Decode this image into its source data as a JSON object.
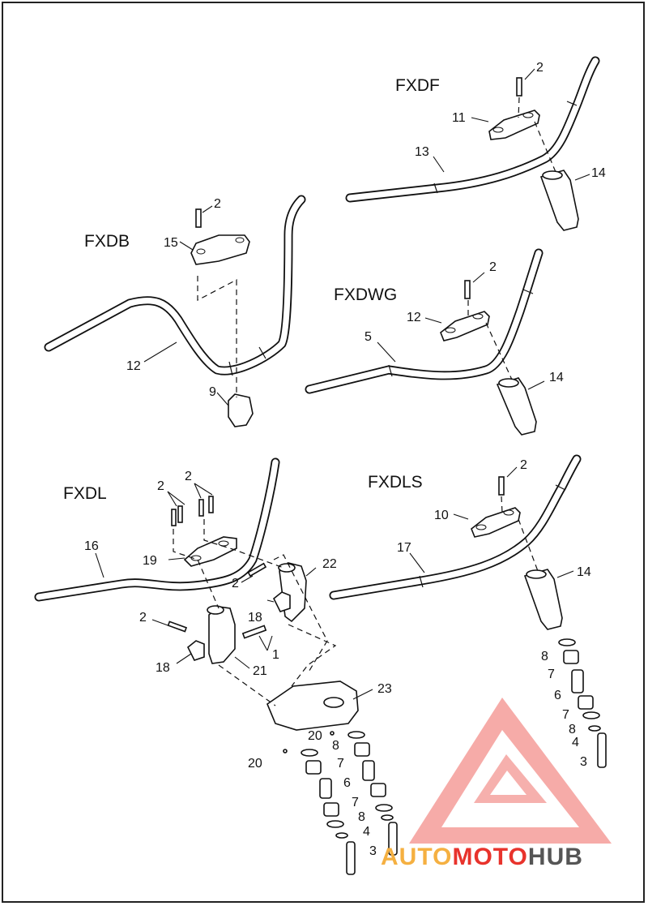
{
  "diagram": {
    "models": [
      {
        "id": "fxdf",
        "label": "FXDF"
      },
      {
        "id": "fxdb",
        "label": "FXDB"
      },
      {
        "id": "fxdwg",
        "label": "FXDWG"
      },
      {
        "id": "fxdl",
        "label": "FXDL"
      },
      {
        "id": "fxdls",
        "label": "FXDLS"
      }
    ],
    "callouts": {
      "fxdf": {
        "bolt": "2",
        "clamp": "11",
        "bar": "13",
        "riser": "14"
      },
      "fxdb": {
        "bolt": "2",
        "clamp": "15",
        "bar": "12",
        "riser": "9"
      },
      "fxdwg": {
        "bolt": "2",
        "clamp": "12",
        "bar": "5",
        "riser": "14"
      },
      "fxdl": {
        "bolt_a": "2",
        "bolt_b": "2",
        "clamp": "19",
        "bar": "16",
        "bolt_c": "2",
        "bolt_d": "2",
        "cap_left": "18",
        "cap_right": "18",
        "stud": "1",
        "riser_left": "21",
        "riser_right": "22",
        "base": "23",
        "plug_a": "20",
        "plug_b": "20",
        "stack": [
          "8",
          "7",
          "6",
          "7",
          "8",
          "4",
          "3"
        ]
      },
      "fxdls": {
        "bolt": "2",
        "clamp": "10",
        "bar": "17",
        "riser": "14",
        "stack": [
          "8",
          "7",
          "6",
          "7",
          "8",
          "4",
          "3"
        ]
      }
    }
  },
  "watermark": {
    "part1": "AUTO",
    "part2": "MOTO",
    "part3": "HUB",
    "color_primary": "#f5b041",
    "color_secondary": "#e8332c",
    "color_tertiary": "#555555",
    "logo_color": "#e8332c"
  }
}
